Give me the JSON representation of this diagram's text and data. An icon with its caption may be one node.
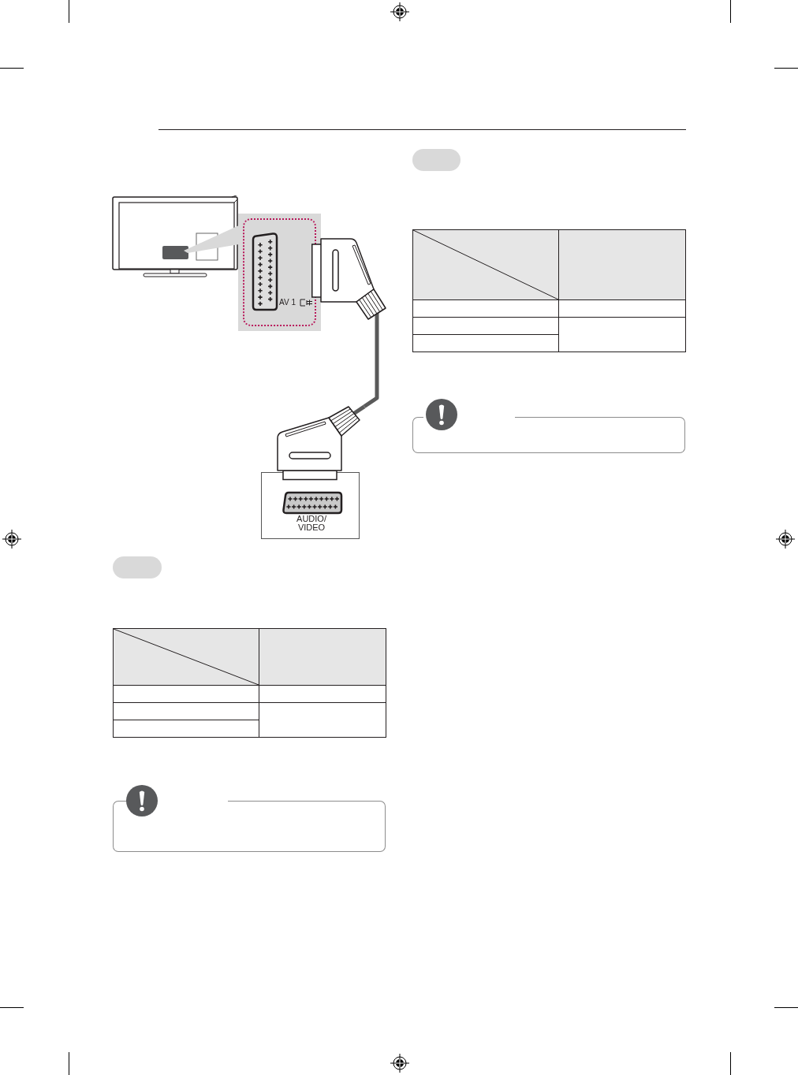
{
  "diagram": {
    "nodes": [
      {
        "text": [
          "AV 1"
        ]
      },
      {
        "text": [],
        "shape": "picture"
      },
      {
        "text": [],
        "shape": "picture"
      },
      {
        "text": [
          "AUDIO/ VIDEO"
        ]
      }
    ],
    "edges": [
      {
        "from": 1,
        "to": 2,
        "arrow": "none"
      }
    ]
  }
}
